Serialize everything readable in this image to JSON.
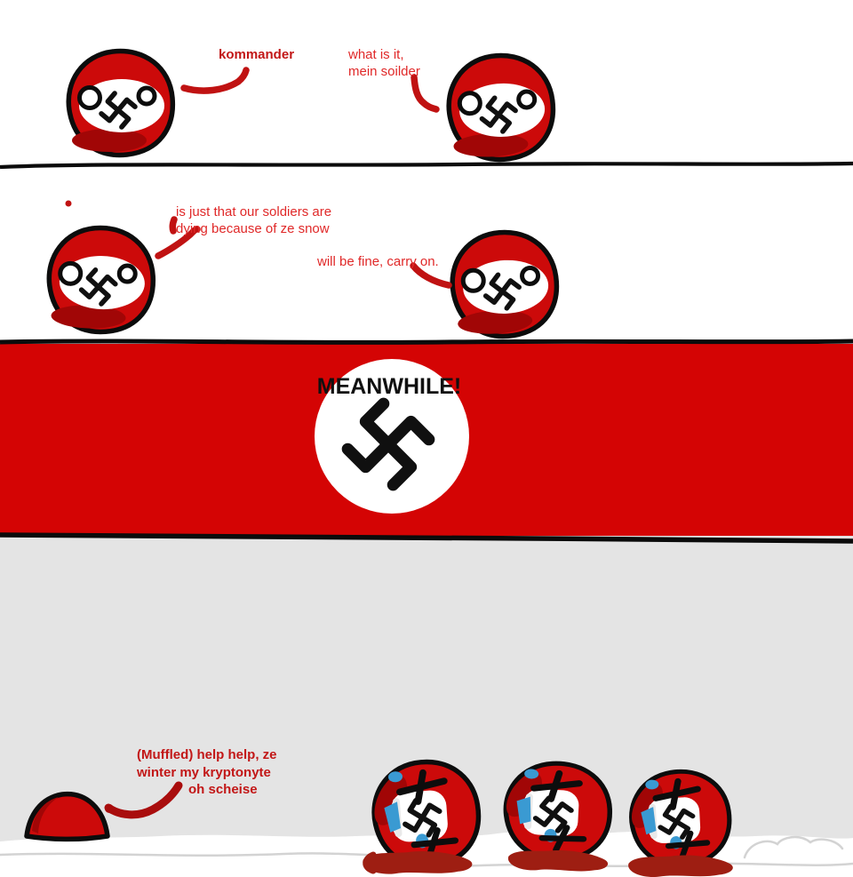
{
  "panel1": {
    "soldier_says": "kommander",
    "commander_says_line1": "what is it,",
    "commander_says_line2": "mein soilder"
  },
  "panel2": {
    "soldier_says_line1": "is just that our soldiers are",
    "soldier_says_line2": "dying because of ze snow",
    "commander_says": "will be fine, carry on."
  },
  "panel3": {
    "caption": "MEANWHILE!"
  },
  "panel4": {
    "buried_says_line1": "(Muffled) help help, ze",
    "buried_says_line2": "winter my kryptonyte",
    "buried_says_line3": "oh scheise"
  },
  "colors": {
    "ball_red": "#cc0a0a",
    "ball_red_dark": "#a10606",
    "banner_red": "#d40404",
    "text_red": "#e02828",
    "text_red_bold": "#c21717",
    "tail_red": "#c01212",
    "tail_dark": "#a90d0d",
    "ice_blue": "#3a9ad2",
    "blood_red": "#9e1e12",
    "gray_bg": "#e4e4e4",
    "snow_line": "#d3d3d3"
  }
}
